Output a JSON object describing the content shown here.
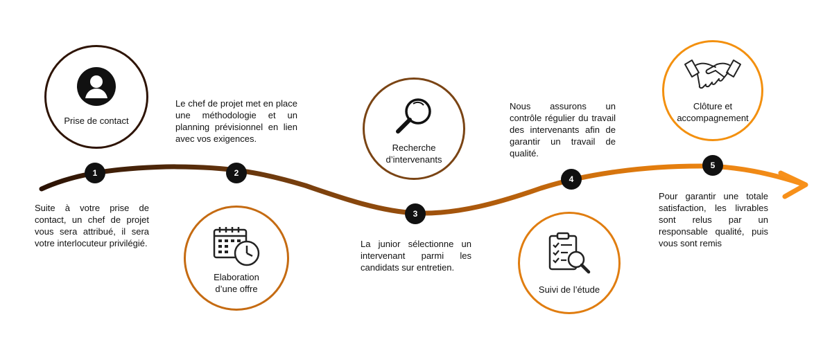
{
  "colors": {
    "step1": "#2e1405",
    "step2": "#7a3e0c",
    "step3": "#8a4a14",
    "step4": "#d9770e",
    "step5": "#f3900f",
    "marker": "#111111"
  },
  "steps": [
    {
      "number": "1",
      "title": "Prise de contact",
      "icon": "user-icon",
      "description": "Suite à votre prise de contact, un chef de projet vous sera attribué, il sera votre interlocuteur privilégié."
    },
    {
      "number": "2",
      "title": "Elaboration d’une offre",
      "icon": "calendar-clock-icon",
      "description": "Le chef de projet met en place une méthodologie et un planning prévisionnel en lien avec vos exigences."
    },
    {
      "number": "3",
      "title": "Recherche d’intervenants",
      "icon": "magnifier-icon",
      "description": "La junior sélectionne un intervenant parmi les candidats sur entretien."
    },
    {
      "number": "4",
      "title": "Suivi de l’étude",
      "icon": "checklist-search-icon",
      "description": "Nous assurons un contrôle régulier du travail des intervenants afin de garantir un travail de qualité."
    },
    {
      "number": "5",
      "title": "Clôture et accompagnement",
      "icon": "handshake-icon",
      "description": "Pour garantir une totale satisfaction, les livrables sont relus par un responsable qualité, puis vous sont remis"
    }
  ]
}
